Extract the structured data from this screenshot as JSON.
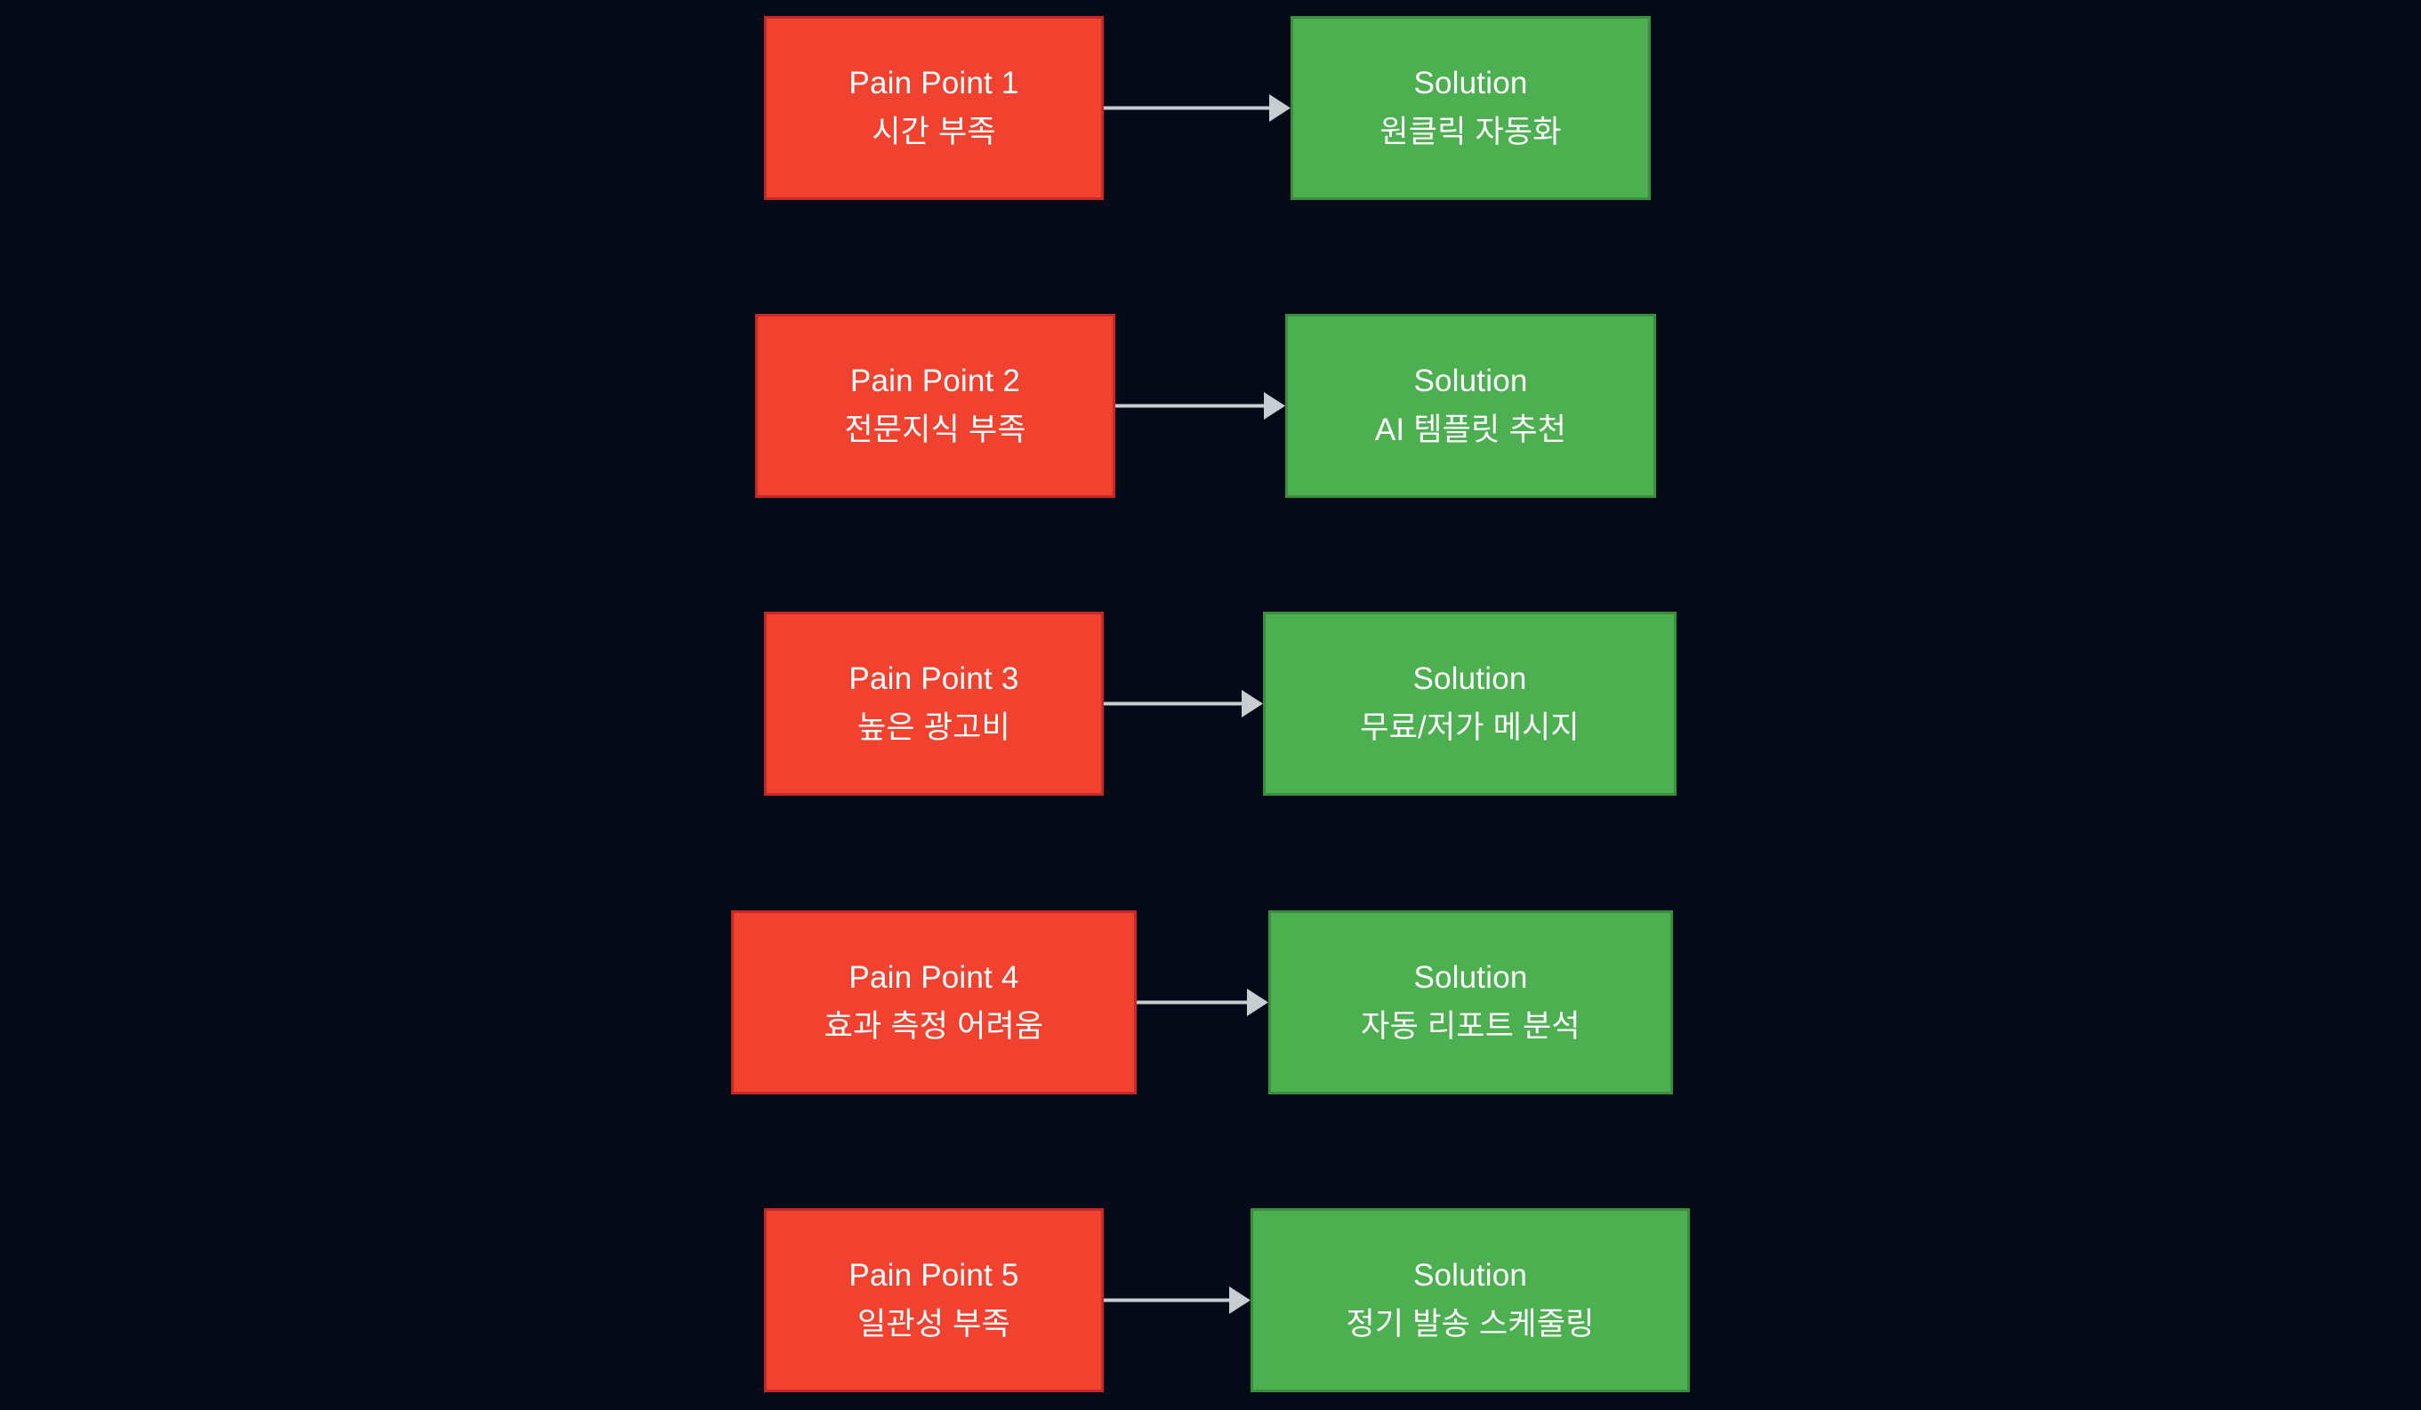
{
  "diagram": {
    "type": "flow-mapping",
    "background_color": "#050a18",
    "pain_color": "#F0422F",
    "pain_border_color": "#C62828",
    "solution_color": "#4CAF50",
    "solution_border_color": "#3A8F3E",
    "arrow_color": "#C8CDD2",
    "text_color": "#FFFFFF",
    "rows": [
      {
        "pain": {
          "title": "Pain Point 1",
          "subtitle": "시간 부족"
        },
        "arrow": {
          "icon": "arrow-right-icon"
        },
        "solution": {
          "title": "Solution",
          "subtitle": "원클릭 자동화"
        }
      },
      {
        "pain": {
          "title": "Pain Point 2",
          "subtitle": "전문지식 부족"
        },
        "arrow": {
          "icon": "arrow-right-icon"
        },
        "solution": {
          "title": "Solution",
          "subtitle": "AI 템플릿 추천"
        }
      },
      {
        "pain": {
          "title": "Pain Point 3",
          "subtitle": "높은 광고비"
        },
        "arrow": {
          "icon": "arrow-right-icon"
        },
        "solution": {
          "title": "Solution",
          "subtitle": "무료/저가 메시지"
        }
      },
      {
        "pain": {
          "title": "Pain Point 4",
          "subtitle": "효과 측정 어려움"
        },
        "arrow": {
          "icon": "arrow-right-icon"
        },
        "solution": {
          "title": "Solution",
          "subtitle": "자동 리포트 분석"
        }
      },
      {
        "pain": {
          "title": "Pain Point 5",
          "subtitle": "일관성 부족"
        },
        "arrow": {
          "icon": "arrow-right-icon"
        },
        "solution": {
          "title": "Solution",
          "subtitle": "정기 발송 스케줄링"
        }
      }
    ]
  }
}
